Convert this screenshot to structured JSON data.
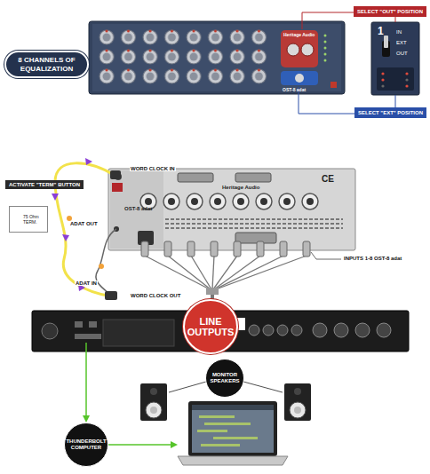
{
  "diagram": {
    "nodes": [
      {
        "text": [
          "8 CHANNELS OF EQUALIZATION"
        ]
      },
      {
        "text": [
          "SELECT \"OUT\" POSITION"
        ]
      },
      {
        "text": [
          "1",
          "IN",
          "EXT",
          "OUT"
        ]
      },
      {
        "text": [
          "SELECT \"EXT\" POSITION"
        ]
      },
      {
        "text": [
          "ACTIVATE \"TERM\" BUTTON"
        ]
      },
      {
        "text": [
          "75 Ohm TERM."
        ]
      },
      {
        "text": [
          "LINE OUTPUTS"
        ]
      },
      {
        "text": [
          "MONITOR SPEAKERS"
        ]
      },
      {
        "text": [
          "THUNDERBOLT COMPUTER"
        ]
      }
    ],
    "edges": [
      {
        "from": 1,
        "to": 2,
        "arrow": "none"
      },
      {
        "from": 3,
        "to": 2,
        "arrow": "none"
      }
    ],
    "labels": [
      "WORD CLOCK IN",
      "ADAT OUT",
      "ADAT IN",
      "WORD CLOCK OUT",
      "INPUTS 1-8 OST-8 adat",
      "Heritage Audio",
      "OST-8 adat",
      "Heritage Audio",
      "OST-8 adat",
      "CE"
    ]
  }
}
